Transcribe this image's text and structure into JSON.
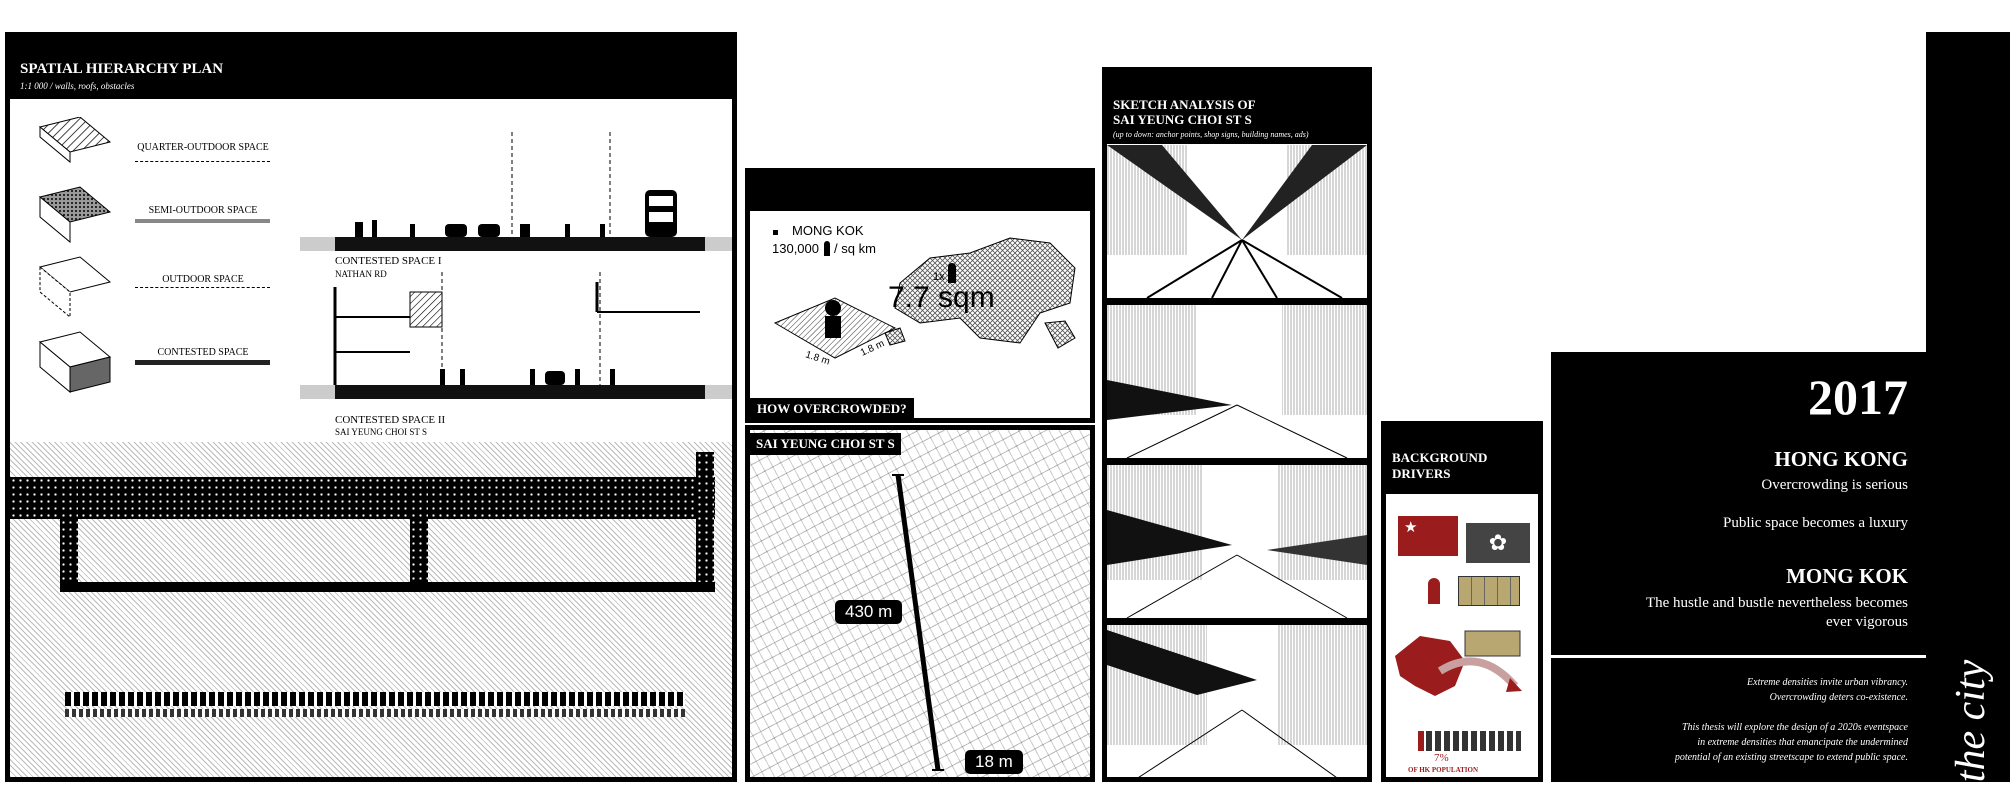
{
  "spatial": {
    "title": "SPATIAL HIERARCHY PLAN",
    "subtitle": "1:1 000 / walls, roofs, obstacles",
    "legend": [
      "QUARTER-OUTDOOR SPACE",
      "SEMI-OUTDOOR SPACE",
      "OUTDOOR SPACE",
      "CONTESTED SPACE"
    ],
    "section1_title": "CONTESTED SPACE I",
    "section1_sub": "NATHAN RD",
    "section2_title": "CONTESTED SPACE II",
    "section2_sub": "SAI YEUNG CHOI ST S"
  },
  "density": {
    "district": "MONG KOK",
    "density_value": "130,000",
    "density_unit": "/ sq km",
    "area_per_person": "7.7 sqm",
    "multiplier": "1x",
    "dim_a": "1.8 m",
    "dim_b": "1.8 m",
    "question": "HOW OVERCROWDED?"
  },
  "street": {
    "title": "SAI YEUNG CHOI ST S",
    "length": "430 m",
    "width": "18 m"
  },
  "sketch": {
    "title_line1": "SKETCH ANALYSIS OF",
    "title_line2": "SAI YEUNG CHOI ST S",
    "subtitle": "(up to down: anchor points, shop signs, building names, ads)"
  },
  "drivers": {
    "title_line1": "BACKGROUND",
    "title_line2": "DRIVERS",
    "population_pct": "7%",
    "population_label": "OF HK POPULATION"
  },
  "city": {
    "year": "2017",
    "hk_title": "HONG KONG",
    "hk_line1": "Overcrowding is serious",
    "hk_line2": "Public space becomes a luxury",
    "mk_title": "MONG KOK",
    "mk_line1": "The hustle and bustle nevertheless becomes",
    "mk_line2": "ever vigorous",
    "ital1": "Extreme densities invite urban vibrancy.",
    "ital2": "Overcrowding deters co-existence.",
    "ital3": "This thesis will explore the design of a 2020s eventspace",
    "ital4": "in extreme densities that emancipate the undermined",
    "ital5": "potential of an existing streetscape to extend public space.",
    "vertical": "the city"
  }
}
